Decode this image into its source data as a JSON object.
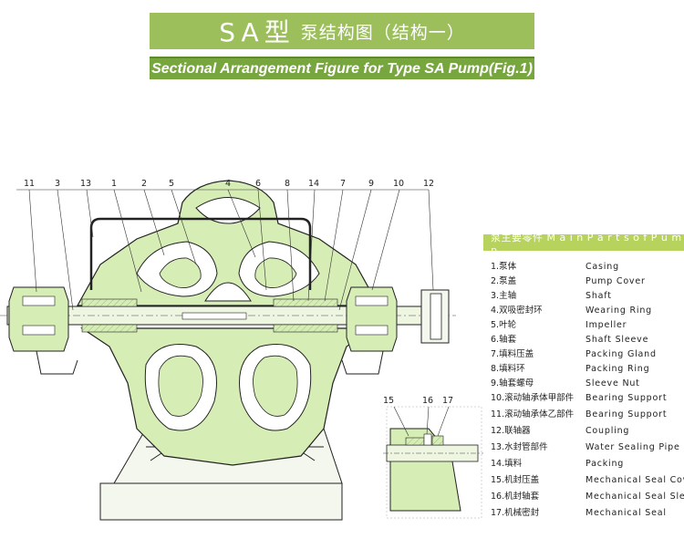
{
  "title": {
    "model": "SA型",
    "cn": "泵结构图（结构一）",
    "en": "Sectional Arrangement Figure for Type SA Pump(Fig.1)"
  },
  "parts_header": "泵主要零件 M a i n  P a r t s  o f P u m p",
  "callouts_main": [
    "11",
    "3",
    "13",
    "1",
    "2",
    "5",
    "4",
    "6",
    "8",
    "14",
    "7",
    "9",
    "10",
    "12"
  ],
  "callouts_inset": [
    "15",
    "16",
    "17"
  ],
  "parts": [
    {
      "cn": "1.泵体",
      "en": "Casing"
    },
    {
      "cn": "2.泵盖",
      "en": "Pump Cover"
    },
    {
      "cn": "3.主轴",
      "en": "Shaft"
    },
    {
      "cn": "4.双吸密封环",
      "en": "Wearing Ring"
    },
    {
      "cn": "5.叶轮",
      "en": "Impeller"
    },
    {
      "cn": "6.轴套",
      "en": "Shaft Sleeve"
    },
    {
      "cn": "7.填料压盖",
      "en": "Packing Gland"
    },
    {
      "cn": "8.填料环",
      "en": "Packing Ring"
    },
    {
      "cn": "9.轴套螺母",
      "en": "Sleeve Nut"
    },
    {
      "cn": "10.滚动轴承体甲部件",
      "en": "Bearing Support"
    },
    {
      "cn": "11.滚动轴承体乙部件",
      "en": "Bearing Support"
    },
    {
      "cn": "12.联轴器",
      "en": "Coupling"
    },
    {
      "cn": "13.水封管部件",
      "en": "Water Sealing Pipe"
    },
    {
      "cn": "14.填料",
      "en": "Packing"
    },
    {
      "cn": "15.机封压盖",
      "en": "Mechanical Seal Cover"
    },
    {
      "cn": "16.机封轴套",
      "en": "Mechanical Seal Sleeve"
    },
    {
      "cn": "17.机械密封",
      "en": "Mechanical Seal"
    }
  ],
  "colors": {
    "casing_fill": "#d6edb5",
    "title_bg": "#9cbf5c",
    "title_en_bg": "#78a63e",
    "header_bg": "#b7d35d"
  }
}
